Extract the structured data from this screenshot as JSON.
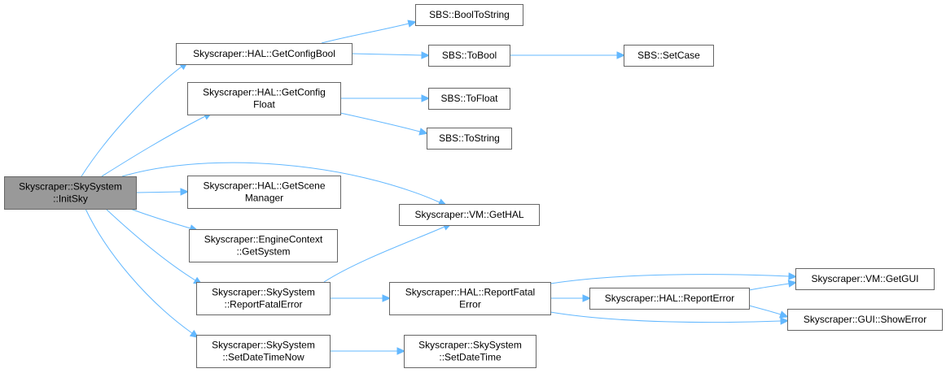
{
  "graph": {
    "root": "InitSky",
    "nodes": [
      {
        "id": "InitSky",
        "lines": [
          "Skyscraper::SkySystem",
          "::InitSky"
        ]
      },
      {
        "id": "GetConfigBool",
        "lines": [
          "Skyscraper::HAL::GetConfigBool"
        ]
      },
      {
        "id": "GetConfigFloat",
        "lines": [
          "Skyscraper::HAL::GetConfig",
          "Float"
        ]
      },
      {
        "id": "GetSceneManager",
        "lines": [
          "Skyscraper::HAL::GetScene",
          "Manager"
        ]
      },
      {
        "id": "GetSystem",
        "lines": [
          "Skyscraper::EngineContext",
          "::GetSystem"
        ]
      },
      {
        "id": "ReportFatalErrorSS",
        "lines": [
          "Skyscraper::SkySystem",
          "::ReportFatalError"
        ]
      },
      {
        "id": "SetDateTimeNow",
        "lines": [
          "Skyscraper::SkySystem",
          "::SetDateTimeNow"
        ]
      },
      {
        "id": "BoolToString",
        "lines": [
          "SBS::BoolToString"
        ]
      },
      {
        "id": "ToBool",
        "lines": [
          "SBS::ToBool"
        ]
      },
      {
        "id": "ToFloat",
        "lines": [
          "SBS::ToFloat"
        ]
      },
      {
        "id": "ToString",
        "lines": [
          "SBS::ToString"
        ]
      },
      {
        "id": "GetHAL",
        "lines": [
          "Skyscraper::VM::GetHAL"
        ]
      },
      {
        "id": "ReportFatalErrorHAL",
        "lines": [
          "Skyscraper::HAL::ReportFatal",
          "Error"
        ]
      },
      {
        "id": "SetDateTime",
        "lines": [
          "Skyscraper::SkySystem",
          "::SetDateTime"
        ]
      },
      {
        "id": "SetCase",
        "lines": [
          "SBS::SetCase"
        ]
      },
      {
        "id": "ReportError",
        "lines": [
          "Skyscraper::HAL::ReportError"
        ]
      },
      {
        "id": "GetGUI",
        "lines": [
          "Skyscraper::VM::GetGUI"
        ]
      },
      {
        "id": "ShowError",
        "lines": [
          "Skyscraper::GUI::ShowError"
        ]
      }
    ],
    "edges": [
      {
        "from": "InitSky",
        "to": "GetConfigBool"
      },
      {
        "from": "InitSky",
        "to": "GetConfigFloat"
      },
      {
        "from": "InitSky",
        "to": "GetHAL"
      },
      {
        "from": "InitSky",
        "to": "GetSceneManager"
      },
      {
        "from": "InitSky",
        "to": "GetSystem"
      },
      {
        "from": "InitSky",
        "to": "ReportFatalErrorSS"
      },
      {
        "from": "InitSky",
        "to": "SetDateTimeNow"
      },
      {
        "from": "GetConfigBool",
        "to": "BoolToString"
      },
      {
        "from": "GetConfigBool",
        "to": "ToBool"
      },
      {
        "from": "ToBool",
        "to": "SetCase"
      },
      {
        "from": "GetConfigFloat",
        "to": "ToFloat"
      },
      {
        "from": "GetConfigFloat",
        "to": "ToString"
      },
      {
        "from": "ReportFatalErrorSS",
        "to": "GetHAL"
      },
      {
        "from": "ReportFatalErrorSS",
        "to": "ReportFatalErrorHAL"
      },
      {
        "from": "ReportFatalErrorHAL",
        "to": "GetGUI"
      },
      {
        "from": "ReportFatalErrorHAL",
        "to": "ReportError"
      },
      {
        "from": "ReportFatalErrorHAL",
        "to": "ShowError"
      },
      {
        "from": "ReportError",
        "to": "GetGUI"
      },
      {
        "from": "ReportError",
        "to": "ShowError"
      },
      {
        "from": "SetDateTimeNow",
        "to": "SetDateTime"
      }
    ],
    "colors": {
      "edge": "#63b8ff",
      "node_border": "#666666",
      "root_fill": "#999999",
      "node_fill": "#ffffff"
    }
  }
}
